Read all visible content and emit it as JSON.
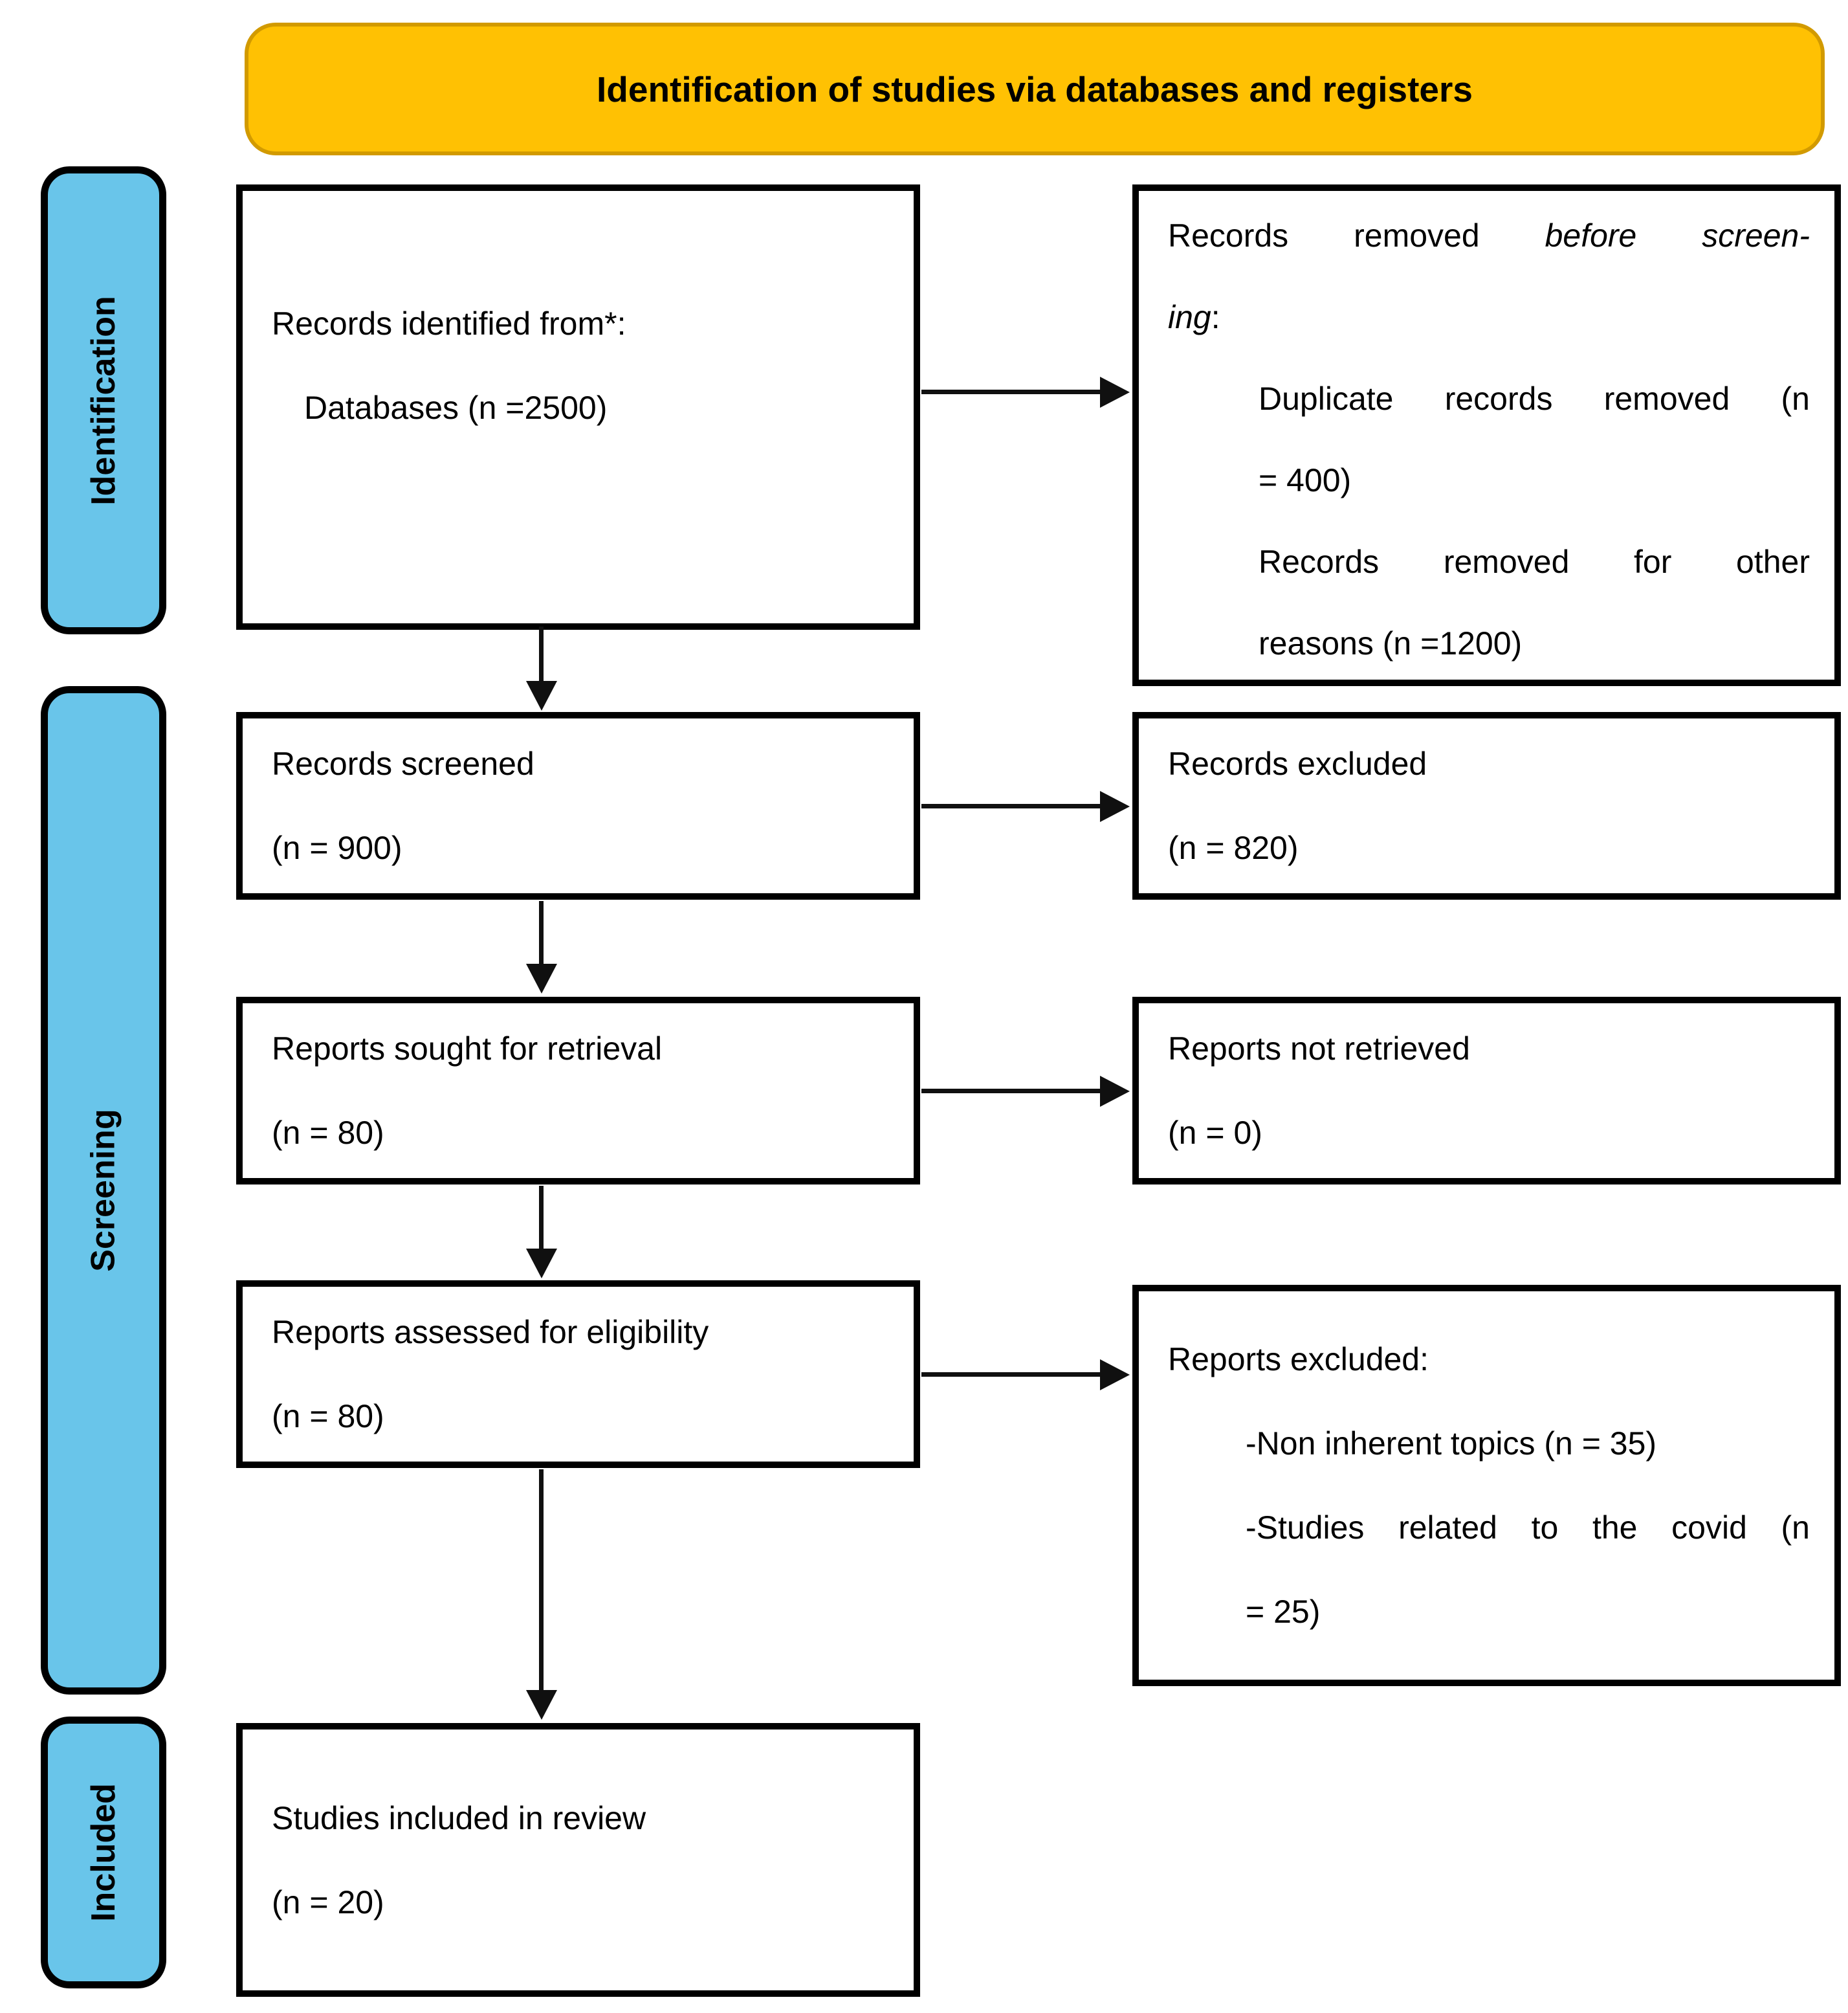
{
  "banner": {
    "title": "Identification of studies via databases and registers"
  },
  "sidebar": {
    "identification": "Identification",
    "screening": "Screening",
    "included": "Included"
  },
  "flow": {
    "records_identified": {
      "line1": "Records identified from*:",
      "line2": "Databases (n =2500)"
    },
    "records_removed": {
      "line1_normal": "Records removed ",
      "line1_italic": "before screen-",
      "line2_italic": "ing",
      "line2_normal": ":",
      "line3": "Duplicate records removed (n",
      "line4": "= 400)",
      "line5": "Records removed for other",
      "line6": "reasons (n =1200)"
    },
    "records_screened": {
      "line1": "Records screened",
      "line2": "(n = 900)"
    },
    "records_excluded": {
      "line1": "Records excluded",
      "line2": "(n = 820)"
    },
    "reports_sought": {
      "line1": "Reports sought for retrieval",
      "line2": "(n = 80)"
    },
    "reports_not_retrieved": {
      "line1": "Reports not retrieved",
      "line2": "(n = 0)"
    },
    "reports_assessed": {
      "line1": "Reports assessed for eligibility",
      "line2": "(n = 80)"
    },
    "reports_excluded": {
      "line1": "Reports excluded:",
      "line2": "-Non inherent topics (n = 35)",
      "line3": "-Studies related to the covid (n",
      "line4": "= 25)"
    },
    "studies_included": {
      "line1": "Studies included in review",
      "line2": "(n = 20)"
    }
  },
  "colors": {
    "banner_bg": "#FFC103",
    "banner_border": "#D29A00",
    "stage_label_bg": "#69C5EA",
    "box_border": "#000000",
    "arrow": "#101010"
  }
}
